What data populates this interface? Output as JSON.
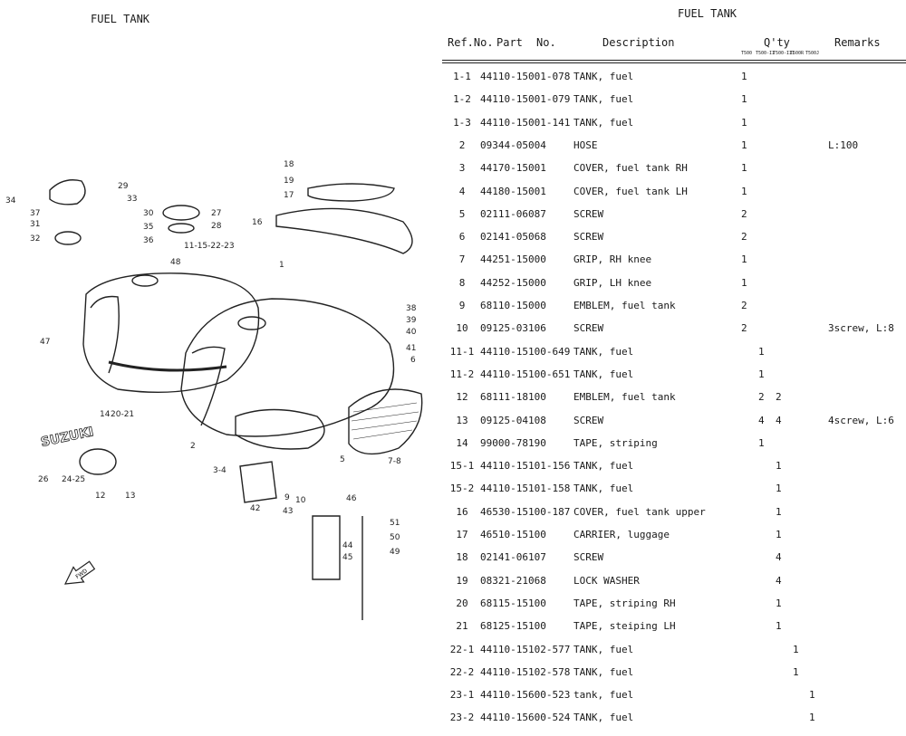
{
  "page": {
    "left_title": "FUEL TANK",
    "right_title": "FUEL TANK"
  },
  "table": {
    "headers": {
      "ref": "Ref.No.",
      "part": "Part",
      "no": "No.",
      "desc": "Description",
      "qty": "Q'ty",
      "remarks": "Remarks"
    },
    "qty_models": [
      "T500",
      "T500-II",
      "T500-III",
      "T500R",
      "T500J"
    ],
    "rows": [
      {
        "ref": "1-1",
        "part": "44110-15001-078",
        "desc": "TANK, fuel",
        "qty": [
          "1",
          "",
          "",
          "",
          ""
        ],
        "rem": ""
      },
      {
        "ref": "1-2",
        "part": "44110-15001-079",
        "desc": "TANK, fuel",
        "qty": [
          "1",
          "",
          "",
          "",
          ""
        ],
        "rem": ""
      },
      {
        "ref": "1-3",
        "part": "44110-15001-141",
        "desc": "TANK, fuel",
        "qty": [
          "1",
          "",
          "",
          "",
          ""
        ],
        "rem": ""
      },
      {
        "ref": "2",
        "part": "09344-05004",
        "desc": "HOSE",
        "qty": [
          "1",
          "",
          "",
          "",
          ""
        ],
        "rem": "L:100"
      },
      {
        "ref": "3",
        "part": "44170-15001",
        "desc": "COVER, fuel tank RH",
        "qty": [
          "1",
          "",
          "",
          "",
          ""
        ],
        "rem": ""
      },
      {
        "ref": "4",
        "part": "44180-15001",
        "desc": "COVER, fuel tank LH",
        "qty": [
          "1",
          "",
          "",
          "",
          ""
        ],
        "rem": ""
      },
      {
        "ref": "5",
        "part": "02111-06087",
        "desc": "SCREW",
        "qty": [
          "2",
          "",
          "",
          "",
          ""
        ],
        "rem": ""
      },
      {
        "ref": "6",
        "part": "02141-05068",
        "desc": "SCREW",
        "qty": [
          "2",
          "",
          "",
          "",
          ""
        ],
        "rem": ""
      },
      {
        "ref": "7",
        "part": "44251-15000",
        "desc": "GRIP, RH knee",
        "qty": [
          "1",
          "",
          "",
          "",
          ""
        ],
        "rem": ""
      },
      {
        "ref": "8",
        "part": "44252-15000",
        "desc": "GRIP, LH knee",
        "qty": [
          "1",
          "",
          "",
          "",
          ""
        ],
        "rem": ""
      },
      {
        "ref": "9",
        "part": "68110-15000",
        "desc": "EMBLEM, fuel tank",
        "qty": [
          "2",
          "",
          "",
          "",
          ""
        ],
        "rem": ""
      },
      {
        "ref": "10",
        "part": "09125-03106",
        "desc": "SCREW",
        "qty": [
          "2",
          "",
          "",
          "",
          ""
        ],
        "rem": "3screw, L:8"
      },
      {
        "ref": "11-1",
        "part": "44110-15100-649",
        "desc": "TANK, fuel",
        "qty": [
          "",
          "1",
          "",
          "",
          ""
        ],
        "rem": ""
      },
      {
        "ref": "11-2",
        "part": "44110-15100-651",
        "desc": "TANK, fuel",
        "qty": [
          "",
          "1",
          "",
          "",
          ""
        ],
        "rem": ""
      },
      {
        "ref": "12",
        "part": "68111-18100",
        "desc": "EMBLEM, fuel tank",
        "qty": [
          "",
          "2",
          "2",
          "",
          ""
        ],
        "rem": ""
      },
      {
        "ref": "13",
        "part": "09125-04108",
        "desc": "SCREW",
        "qty": [
          "",
          "4",
          "4",
          "",
          ""
        ],
        "rem": "4screw, L:6"
      },
      {
        "ref": "14",
        "part": "99000-78190",
        "desc": "TAPE, striping",
        "qty": [
          "",
          "1",
          "",
          "",
          ""
        ],
        "rem": ""
      },
      {
        "ref": "15-1",
        "part": "44110-15101-156",
        "desc": "TANK, fuel",
        "qty": [
          "",
          "",
          "1",
          "",
          ""
        ],
        "rem": ""
      },
      {
        "ref": "15-2",
        "part": "44110-15101-158",
        "desc": "TANK, fuel",
        "qty": [
          "",
          "",
          "1",
          "",
          ""
        ],
        "rem": ""
      },
      {
        "ref": "16",
        "part": "46530-15100-187",
        "desc": "COVER, fuel tank upper",
        "qty": [
          "",
          "",
          "1",
          "",
          ""
        ],
        "rem": ""
      },
      {
        "ref": "17",
        "part": "46510-15100",
        "desc": "CARRIER, luggage",
        "qty": [
          "",
          "",
          "1",
          "",
          ""
        ],
        "rem": ""
      },
      {
        "ref": "18",
        "part": "02141-06107",
        "desc": "SCREW",
        "qty": [
          "",
          "",
          "4",
          "",
          ""
        ],
        "rem": ""
      },
      {
        "ref": "19",
        "part": "08321-21068",
        "desc": "LOCK WASHER",
        "qty": [
          "",
          "",
          "4",
          "",
          ""
        ],
        "rem": ""
      },
      {
        "ref": "20",
        "part": "68115-15100",
        "desc": "TAPE, striping RH",
        "qty": [
          "",
          "",
          "1",
          "",
          ""
        ],
        "rem": ""
      },
      {
        "ref": "21",
        "part": "68125-15100",
        "desc": "TAPE, steiping LH",
        "qty": [
          "",
          "",
          "1",
          "",
          ""
        ],
        "rem": ""
      },
      {
        "ref": "22-1",
        "part": "44110-15102-577",
        "desc": "TANK, fuel",
        "qty": [
          "",
          "",
          "",
          "1",
          ""
        ],
        "rem": ""
      },
      {
        "ref": "22-2",
        "part": "44110-15102-578",
        "desc": "TANK, fuel",
        "qty": [
          "",
          "",
          "",
          "1",
          ""
        ],
        "rem": ""
      },
      {
        "ref": "23-1",
        "part": "44110-15600-523",
        "desc": "tank, fuel",
        "qty": [
          "",
          "",
          "",
          "",
          "1"
        ],
        "rem": ""
      },
      {
        "ref": "23-2",
        "part": "44110-15600-524",
        "desc": "TANK, fuel",
        "qty": [
          "",
          "",
          "",
          "",
          "1"
        ],
        "rem": ""
      }
    ]
  },
  "diagram": {
    "callouts": [
      "1",
      "2",
      "3-4",
      "5",
      "6",
      "7-8",
      "9",
      "10",
      "11-15-22-23",
      "12",
      "13",
      "14",
      "16",
      "17",
      "18",
      "19",
      "20-21",
      "24-25",
      "26",
      "27",
      "28",
      "29",
      "30",
      "31",
      "32",
      "33",
      "34",
      "35",
      "36",
      "37",
      "38",
      "39",
      "40",
      "41",
      "42",
      "43",
      "44",
      "45",
      "46",
      "47",
      "48",
      "49",
      "50",
      "51"
    ],
    "brand_logo": "SUZUKI",
    "fwd_label": "FWD"
  }
}
